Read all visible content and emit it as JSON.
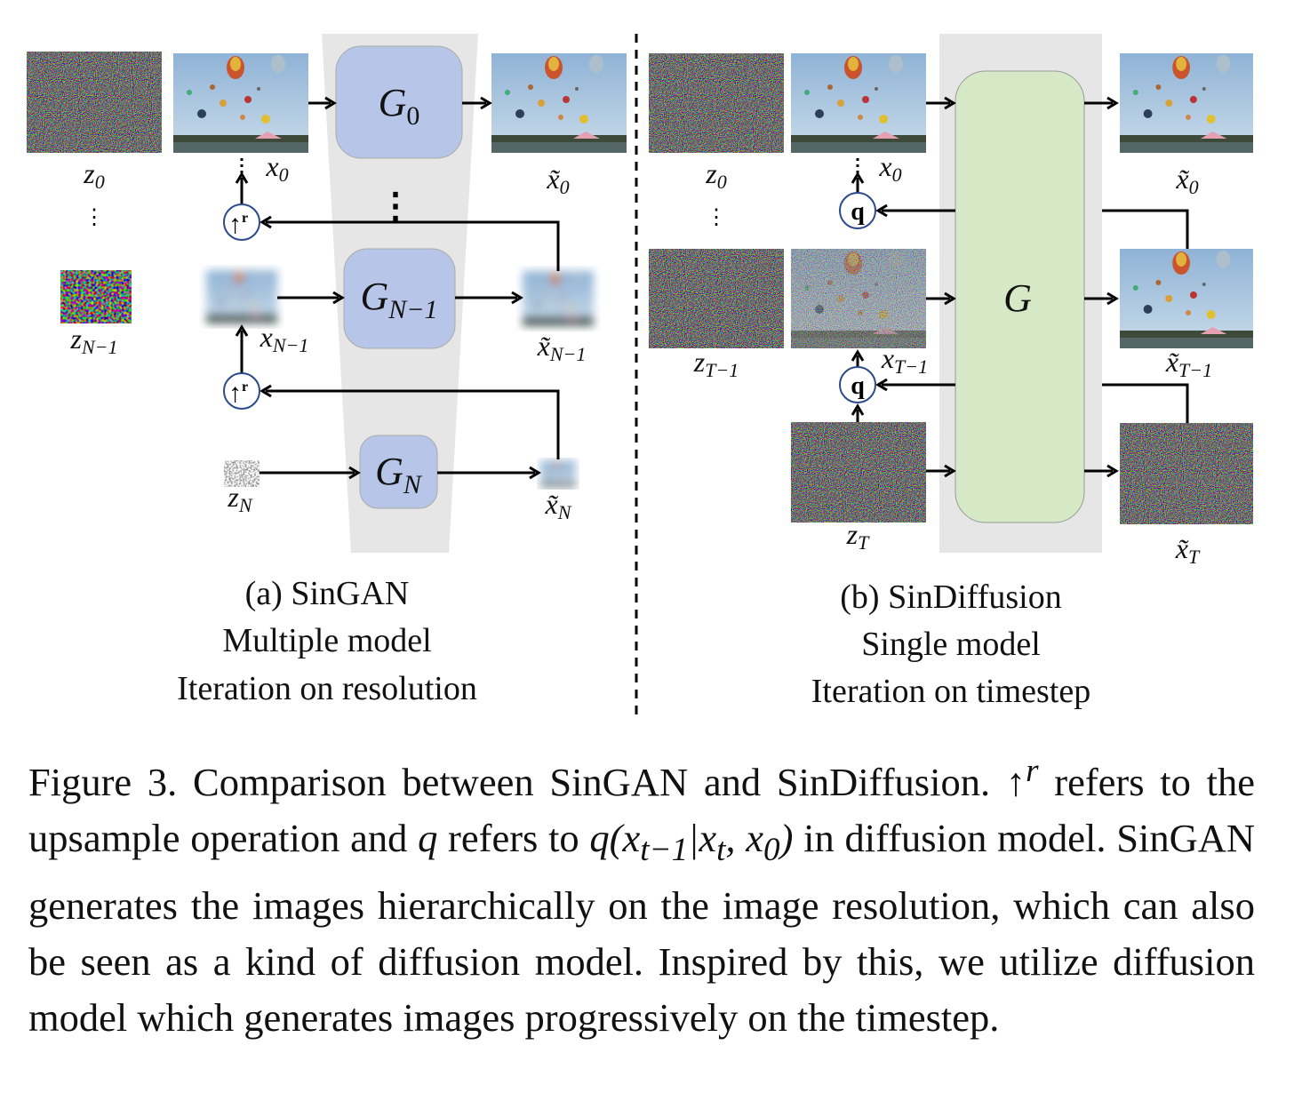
{
  "panel_a": {
    "labels": {
      "z0": "z",
      "z0_sub": "0",
      "zN1": "z",
      "zN1_sub": "N−1",
      "zN": "z",
      "zN_sub": "N",
      "x0": "x",
      "x0_sub": "0",
      "xN1": "x",
      "xN1_sub": "N−1",
      "xt0": "x̃",
      "xt0_sub": "0",
      "xtN1": "x̃",
      "xtN1_sub": "N−1",
      "xtN": "x̃",
      "xtN_sub": "N",
      "dots": "⋮",
      "up": "↑",
      "up_sup": "r"
    },
    "generators": [
      {
        "name": "G",
        "sub": "0"
      },
      {
        "name": "G",
        "sub": "N−1"
      },
      {
        "name": "G",
        "sub": "N"
      }
    ],
    "caption": [
      "(a) SinGAN",
      "Multiple model",
      "Iteration on resolution"
    ],
    "colors": {
      "generator_fill": "#b7c5e8",
      "trapezoid": "#e6e6e6"
    }
  },
  "panel_b": {
    "labels": {
      "z0": "z",
      "z0_sub": "0",
      "zT1": "z",
      "zT1_sub": "T−1",
      "zT": "z",
      "zT_sub": "T",
      "x0": "x",
      "x0_sub": "0",
      "xT1": "x",
      "xT1_sub": "T−1",
      "xt0": "x̃",
      "xt0_sub": "0",
      "xtT1": "x̃",
      "xtT1_sub": "T−1",
      "xtT": "x̃",
      "xtT_sub": "T",
      "dots": "⋮",
      "q": "q"
    },
    "generator": "G",
    "caption": [
      "(b) SinDiffusion",
      "Single model",
      "Iteration on timestep"
    ],
    "colors": {
      "generator_fill": "#d6e9c6",
      "background": "#e6e6e6"
    }
  },
  "figure_caption": {
    "p1": "Figure 3.  Comparison between SinGAN and SinDiffusion. ",
    "up": "↑",
    "up_sup": "r",
    "p2": " refers to the upsample operation and ",
    "q": "q",
    "p3": " refers to ",
    "formula": "q(x",
    "f_sub1": "t−1",
    "f_mid": "|x",
    "f_sub2": "t",
    "f_mid2": ", x",
    "f_sub3": "0",
    "f_end": ")",
    "p4": " in diffusion model. SinGAN generates the images hierarchically on the image resolution, which can also be seen as a kind of diffusion model. Inspired by this, we utilize diffusion model which generates images progressively on the timestep."
  }
}
